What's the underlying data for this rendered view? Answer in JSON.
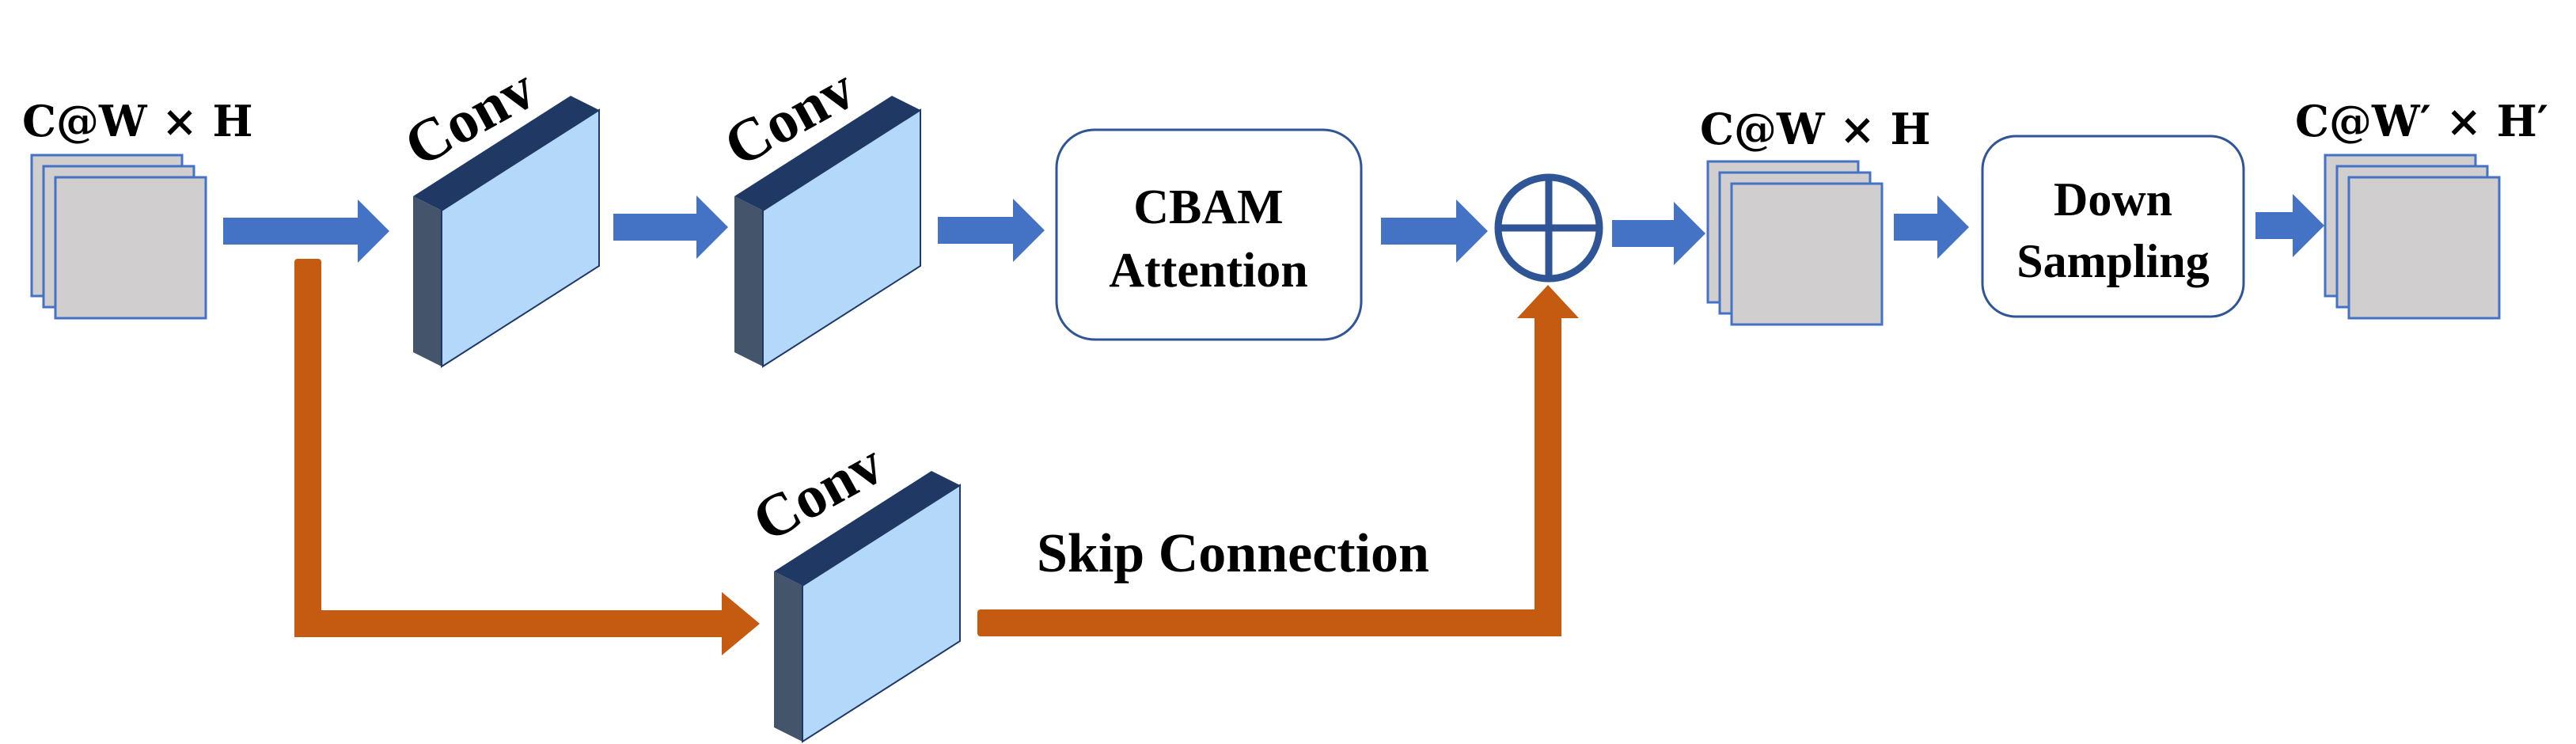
{
  "diagram": {
    "input_label": "C@W × H",
    "conv_label_1": "Conv",
    "conv_label_2": "Conv",
    "conv_label_skip": "Conv",
    "cbam_line1": "CBAM",
    "cbam_line2": "Attention",
    "add_symbol": "⊕",
    "mid_label": "C@W × H",
    "down_line1": "Down",
    "down_line2": "Sampling",
    "output_label": "C@W′ × H′",
    "skip_label": "Skip Connection"
  },
  "colors": {
    "main_arrow": "#4472C4",
    "skip_arrow": "#C55A11",
    "feature_map_fill": "#D0CECE",
    "feature_map_stroke": "#4472C4",
    "conv_face": "#B4D8FA",
    "conv_side": "#44546A",
    "conv_top": "#203864",
    "box_stroke": "#2F5597",
    "text": "#000000"
  }
}
